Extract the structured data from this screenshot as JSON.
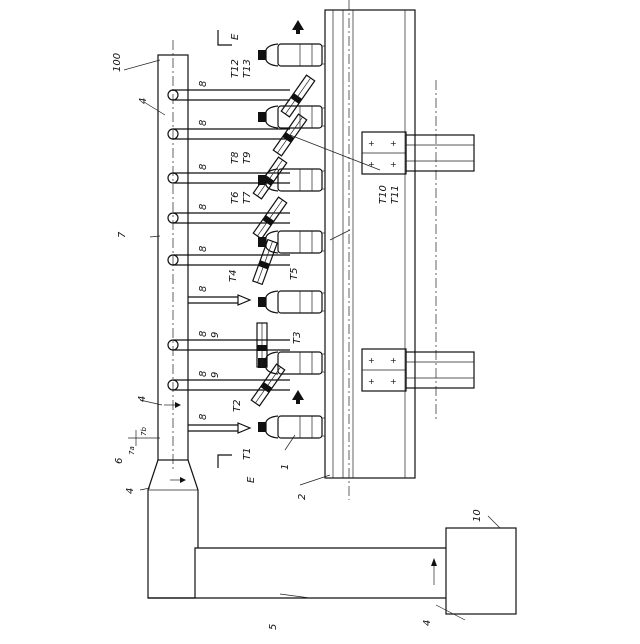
{
  "labels": {
    "drawing_number": "100",
    "ref_4_upper": "4",
    "ref_4_middle": "4",
    "ref_4_left": "4",
    "ref_4_bottom": "4",
    "ref_7": "7",
    "ref_6": "6",
    "ref_7a": "7a",
    "ref_7b": "7b",
    "ref_5": "5",
    "ref_10": "10",
    "ref_1": "1",
    "ref_2": "2",
    "ref_8": "8",
    "ref_9": "9",
    "section_E": "E",
    "T1": "T1",
    "T2": "T2",
    "T3": "T3",
    "T4": "T4",
    "T5": "T5",
    "T6": "T6",
    "T7": "T7",
    "T8": "T8",
    "T9": "T9",
    "T10": "T10",
    "T11": "T11",
    "T12": "T12",
    "T13": "T13"
  },
  "bottle_count": 7,
  "arm_count": 9,
  "icons": [
    "arrow-up-icon",
    "arrow-right-icon"
  ]
}
